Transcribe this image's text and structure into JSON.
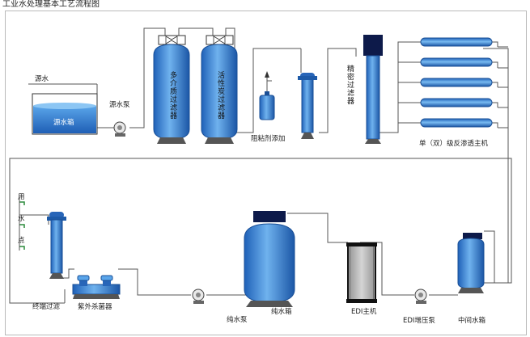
{
  "title": "工业水处理基本工艺流程图",
  "labels": {
    "source_water": "源水",
    "source_tank": "源水箱",
    "source_pump": "源水泵",
    "multi_media_filter": "多介质过滤器",
    "carbon_filter": "活性炭过滤器",
    "antiscalant": "阻粘剂添加",
    "precision_filter": "精密过滤器",
    "ro_unit": "单（双）级反渗透主机",
    "intermediate_tank": "中间水箱",
    "edi_pump": "EDI增压泵",
    "edi_unit": "EDI主机",
    "pure_tank": "纯水箱",
    "pure_pump": "纯水泵",
    "uv_sterilizer": "紫外杀菌器",
    "terminal_filter": "终端过滤",
    "use_point_1": "用",
    "use_point_2": "水",
    "use_point_3": "点"
  },
  "colors": {
    "vessel_blue": "#2f7fd6",
    "vessel_dark": "#1d5aa8",
    "pipe": "#555555",
    "edi_gray": "#b5b5b5",
    "filter_cartridge": "#0d1a4a"
  }
}
